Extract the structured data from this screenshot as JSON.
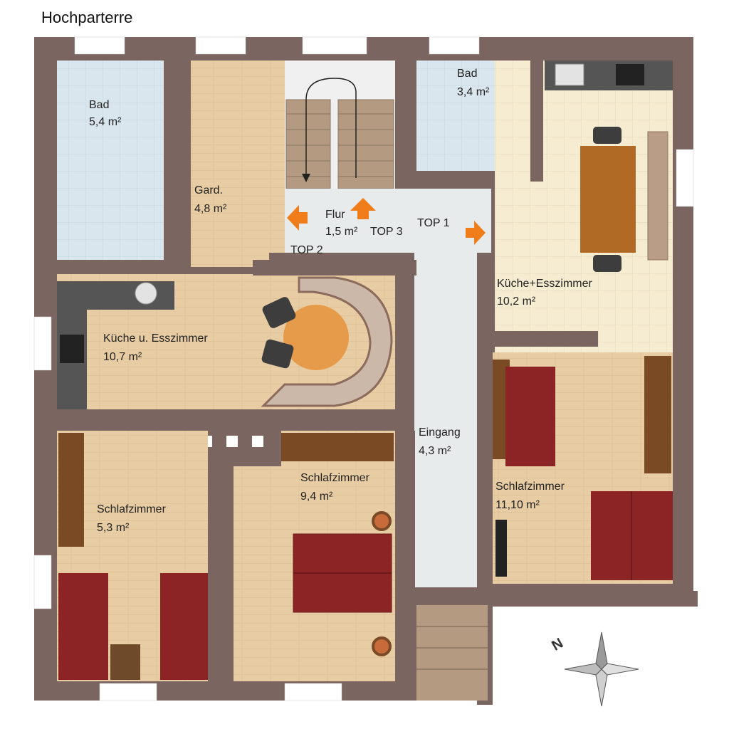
{
  "title": "Hochparterre",
  "rooms": [
    {
      "id": "bad1",
      "name": "Bad",
      "area": "5,4 m²"
    },
    {
      "id": "gard",
      "name": "Gard.",
      "area": "4,8 m²"
    },
    {
      "id": "flur",
      "name": "Flur",
      "area": "1,5 m²"
    },
    {
      "id": "bad2",
      "name": "Bad",
      "area": "3,4 m²"
    },
    {
      "id": "kueche1",
      "name": "Küche u. Esszimmer",
      "area": "10,7 m²"
    },
    {
      "id": "kueche2",
      "name": "Küche+Esszimmer",
      "area": "10,2 m²"
    },
    {
      "id": "eingang",
      "name": "Eingang",
      "area": "4,3 m²"
    },
    {
      "id": "schlaf1",
      "name": "Schlafzimmer",
      "area": "5,3 m²"
    },
    {
      "id": "schlaf2",
      "name": "Schlafzimmer",
      "area": "9,4 m²"
    },
    {
      "id": "schlaf3",
      "name": "Schlafzimmer",
      "area": "11,10 m²"
    }
  ],
  "tops": {
    "top1": "TOP 1",
    "top2": "TOP 2",
    "top3": "TOP 3"
  },
  "compass": {
    "north_label": "N"
  },
  "colors": {
    "wall": "#7a6560",
    "wood": "#e8cda4",
    "tile_blue": "#d9e6ee",
    "tile_cream": "#f6ecd2",
    "corridor": "#e8ebec",
    "bed": "#8c2426",
    "arrow": "#f07d1a",
    "counter": "#555555",
    "stairs": "#b49a80"
  }
}
